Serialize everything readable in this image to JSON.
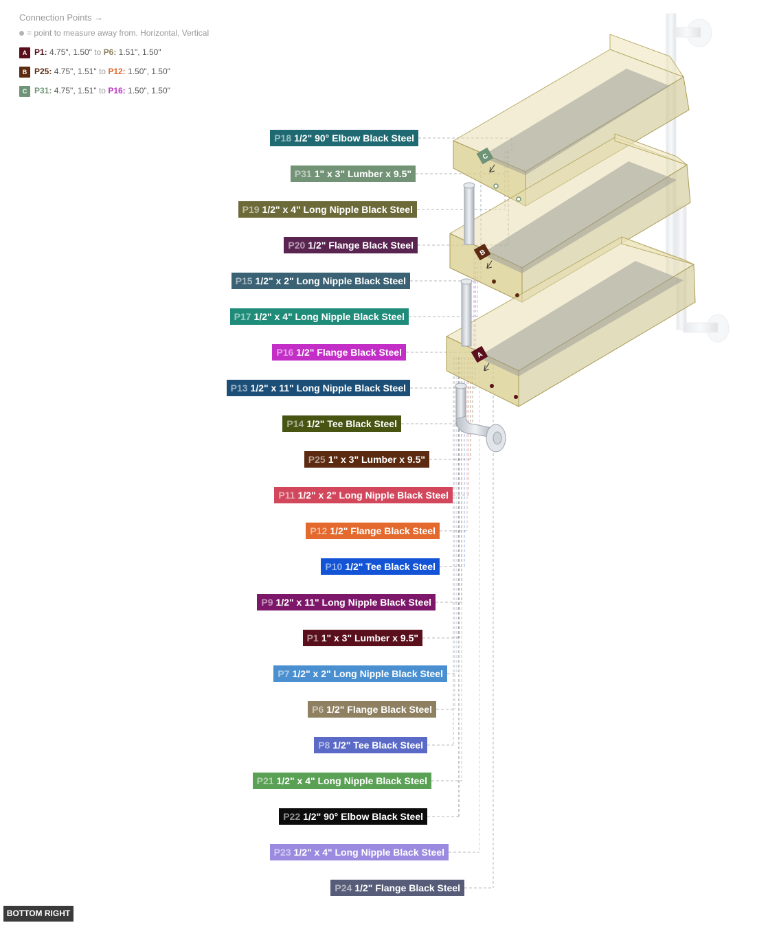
{
  "legend": {
    "title": "Connection Points →",
    "note": "= point to measure away from. Horizontal, Vertical",
    "connections": [
      {
        "badge": "A",
        "color": "#5a0f1c",
        "from_id": "P1:",
        "from_color": "#5a0f1c",
        "from_vals": "4.75\", 1.50\"",
        "to": "to",
        "to_id": "P6:",
        "to_color": "#8e8060",
        "to_vals": "1.51\", 1.50\""
      },
      {
        "badge": "B",
        "color": "#5b2a10",
        "from_id": "P25:",
        "from_color": "#5b2a10",
        "from_vals": "4.75\", 1.51\"",
        "to": "to",
        "to_id": "P12:",
        "to_color": "#e3692d",
        "to_vals": "1.50\", 1.50\""
      },
      {
        "badge": "C",
        "color": "#6f9376",
        "from_id": "P31:",
        "from_color": "#6f9376",
        "from_vals": "4.75\", 1.51\"",
        "to": "to",
        "to_id": "P16:",
        "to_color": "#c22ec6",
        "to_vals": "1.50\", 1.50\""
      }
    ]
  },
  "parts": [
    {
      "id": "P18",
      "name": "1/2\" 90° Elbow Black Steel",
      "color": "#1f6a72"
    },
    {
      "id": "P31",
      "name": "1\" x 3\" Lumber x 9.5\"",
      "color": "#739377"
    },
    {
      "id": "P19",
      "name": "1/2\" x 4\" Long Nipple Black Steel",
      "color": "#6c6a38"
    },
    {
      "id": "P20",
      "name": "1/2\" Flange Black Steel",
      "color": "#5a2451"
    },
    {
      "id": "P15",
      "name": "1/2\" x 2\" Long Nipple Black Steel",
      "color": "#3b6274"
    },
    {
      "id": "P17",
      "name": "1/2\" x 4\" Long Nipple Black Steel",
      "color": "#1f8c7a"
    },
    {
      "id": "P16",
      "name": "1/2\" Flange Black Steel",
      "color": "#c22ec6"
    },
    {
      "id": "P13",
      "name": "1/2\" x 11\" Long Nipple Black Steel",
      "color": "#1c4f78"
    },
    {
      "id": "P14",
      "name": "1/2\" Tee Black Steel",
      "color": "#465512"
    },
    {
      "id": "P25",
      "name": "1\" x 3\" Lumber x 9.5\"",
      "color": "#5b2a10"
    },
    {
      "id": "P11",
      "name": "1/2\" x 2\" Long Nipple Black Steel",
      "color": "#d2475c"
    },
    {
      "id": "P12",
      "name": "1/2\" Flange Black Steel",
      "color": "#e3692d"
    },
    {
      "id": "P10",
      "name": "1/2\" Tee Black Steel",
      "color": "#1354d6"
    },
    {
      "id": "P9",
      "name": "1/2\" x 11\" Long Nipple Black Steel",
      "color": "#7d1769"
    },
    {
      "id": "P1",
      "name": "1\" x 3\" Lumber x 9.5\"",
      "color": "#5a0f1c"
    },
    {
      "id": "P7",
      "name": "1/2\" x 2\" Long Nipple Black Steel",
      "color": "#4a90d0"
    },
    {
      "id": "P6",
      "name": "1/2\" Flange Black Steel",
      "color": "#8e8060"
    },
    {
      "id": "P8",
      "name": "1/2\" Tee Black Steel",
      "color": "#5a6ac6"
    },
    {
      "id": "P21",
      "name": "1/2\" x 4\" Long Nipple Black Steel",
      "color": "#5aa155"
    },
    {
      "id": "P22",
      "name": "1/2\" 90° Elbow Black Steel",
      "color": "#0c0c0c"
    },
    {
      "id": "P23",
      "name": "1/2\" x 4\" Long Nipple Black Steel",
      "color": "#9b8be0"
    },
    {
      "id": "P24",
      "name": "1/2\" Flange Black Steel",
      "color": "#575d78"
    }
  ],
  "markers": [
    {
      "letter": "C",
      "color": "#6f9376"
    },
    {
      "letter": "B",
      "color": "#5b2a10"
    },
    {
      "letter": "A",
      "color": "#5a0f1c"
    }
  ],
  "view_label": "BOTTOM RIGHT"
}
